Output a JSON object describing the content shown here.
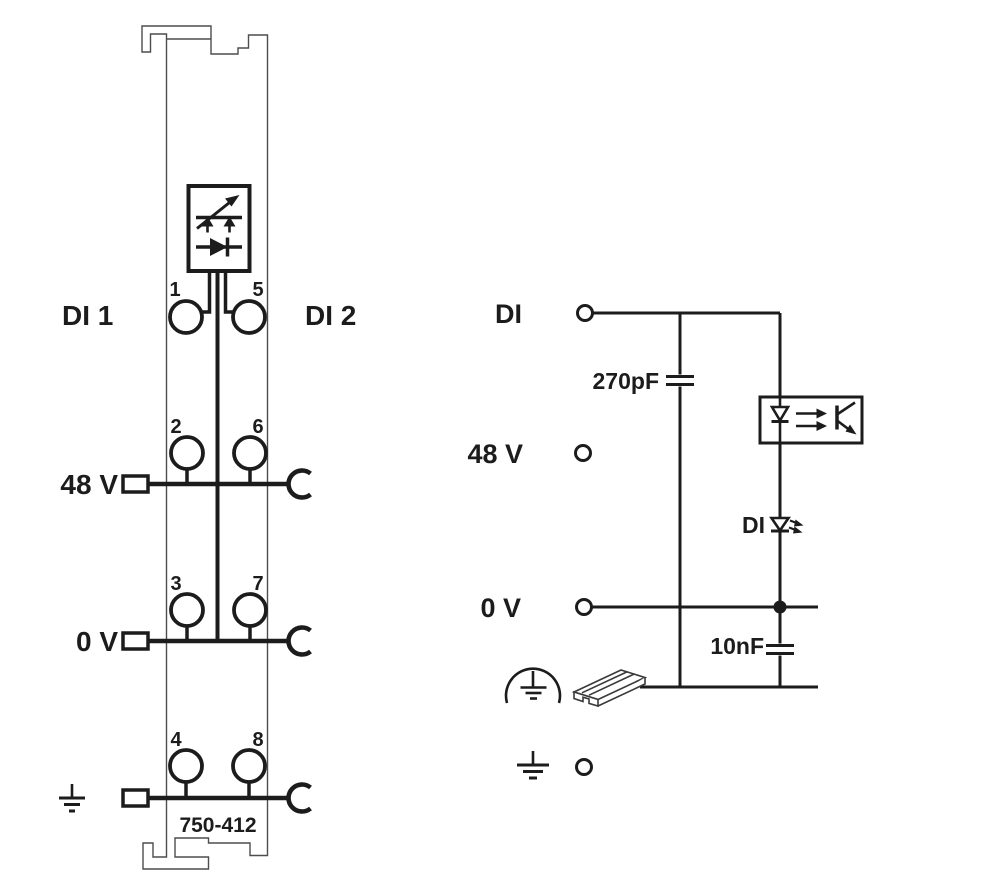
{
  "module": {
    "part_number": "750-412",
    "label_di1": "DI 1",
    "label_di2": "DI 2",
    "label_48v": "48 V",
    "label_0v": "0 V",
    "terminals": {
      "t1": "1",
      "t2": "2",
      "t3": "3",
      "t4": "4",
      "t5": "5",
      "t6": "6",
      "t7": "7",
      "t8": "8"
    }
  },
  "schematic": {
    "label_di": "DI",
    "label_48v": "48 V",
    "label_0v": "0 V",
    "cap_input": "270pF",
    "cap_filter": "10nF",
    "led_label": "DI"
  },
  "colors": {
    "line": "#1c1c1c",
    "outline": "#4d4d4d",
    "background": "#ffffff"
  }
}
